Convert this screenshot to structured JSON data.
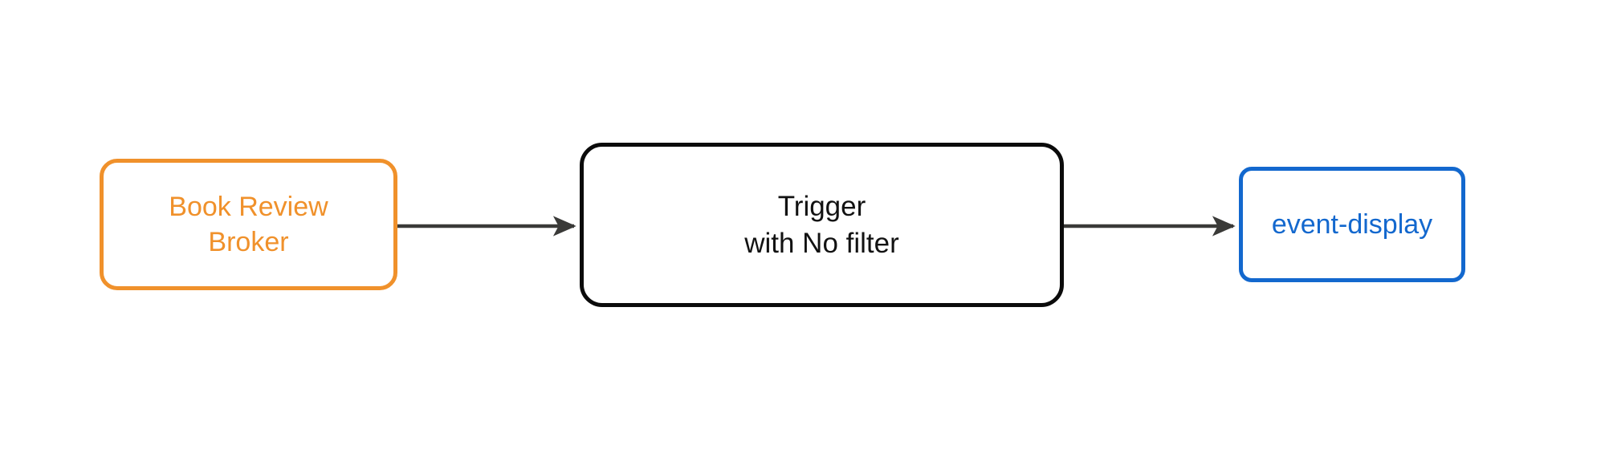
{
  "diagram": {
    "type": "flow",
    "orientation": "left-to-right",
    "background_color": "#ffffff",
    "nodes": [
      {
        "id": "broker",
        "name": "book-review-broker",
        "role": "source",
        "label_line_1": "Book Review",
        "label_line_2": "Broker",
        "text_color": "#F0912B",
        "border_color": "#F0912B",
        "fill_color": "#ffffff",
        "shape": "rounded-rectangle"
      },
      {
        "id": "trigger",
        "name": "trigger-with-no-filter",
        "role": "processor",
        "label_line_1": "Trigger",
        "label_line_2": "with No filter",
        "text_color": "#121212",
        "border_color": "#0B0B0B",
        "fill_color": "#ffffff",
        "shape": "rounded-rectangle"
      },
      {
        "id": "sink",
        "name": "event-display",
        "role": "sink",
        "label_line_1": "event-display",
        "text_color": "#1368CE",
        "border_color": "#1368CE",
        "fill_color": "#ffffff",
        "shape": "rounded-rectangle"
      }
    ],
    "edges": [
      {
        "id": "edge-broker-trigger",
        "from": "broker",
        "to": "trigger",
        "label": "",
        "color": "#3A3A38",
        "arrowhead": "solid-triangle",
        "style": "solid"
      },
      {
        "id": "edge-trigger-sink",
        "from": "trigger",
        "to": "sink",
        "label": "",
        "color": "#3A3A38",
        "arrowhead": "solid-triangle",
        "style": "solid"
      }
    ]
  }
}
